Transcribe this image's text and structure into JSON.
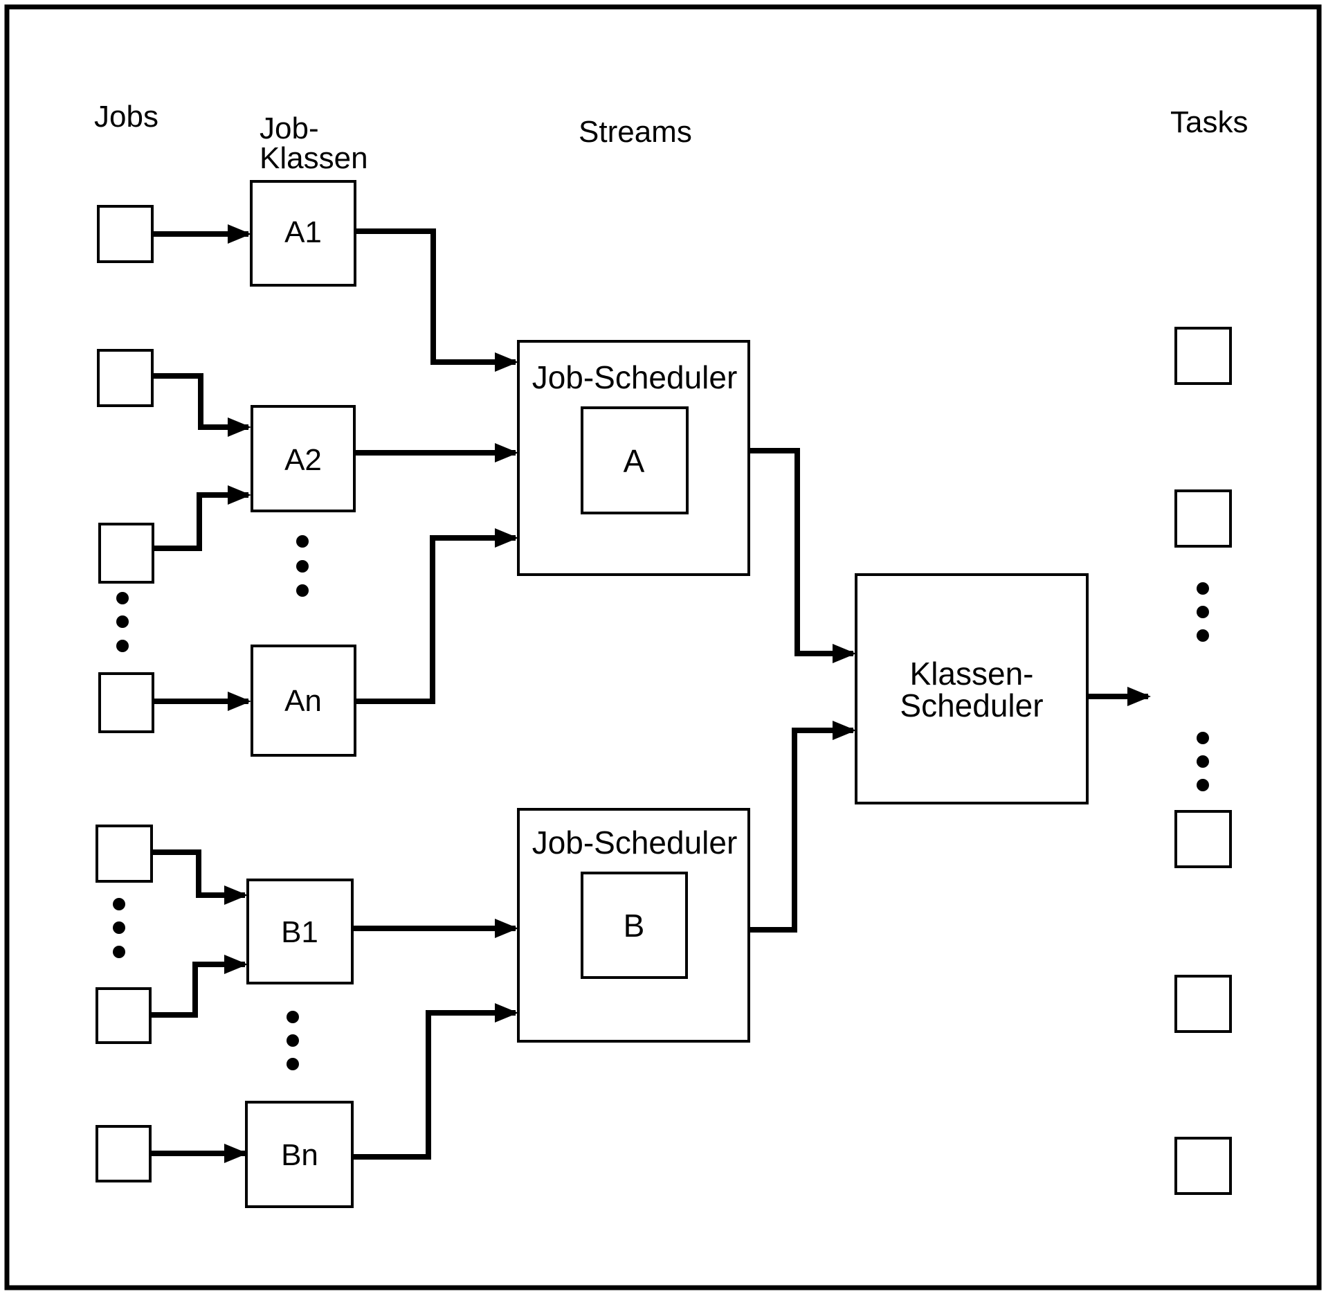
{
  "columns": {
    "jobs": "Jobs",
    "job_klassen_line1": "Job-",
    "job_klassen_line2": "Klassen",
    "streams": "Streams",
    "tasks": "Tasks"
  },
  "job_classes": {
    "a1": "A1",
    "a2": "A2",
    "an": "An",
    "b1": "B1",
    "bn": "Bn"
  },
  "schedulers": {
    "job_scheduler_a": {
      "title": "Job-Scheduler",
      "stream": "A"
    },
    "job_scheduler_b": {
      "title": "Job-Scheduler",
      "stream": "B"
    },
    "klassen_scheduler": {
      "line1": "Klassen-",
      "line2": "Scheduler"
    }
  },
  "counts": {
    "job_squares": 7,
    "job_class_boxes": 5,
    "task_squares": 5,
    "ellipsis_groups": 6
  },
  "colors": {
    "line": "#000000",
    "text": "#000000",
    "background": "#ffffff"
  }
}
